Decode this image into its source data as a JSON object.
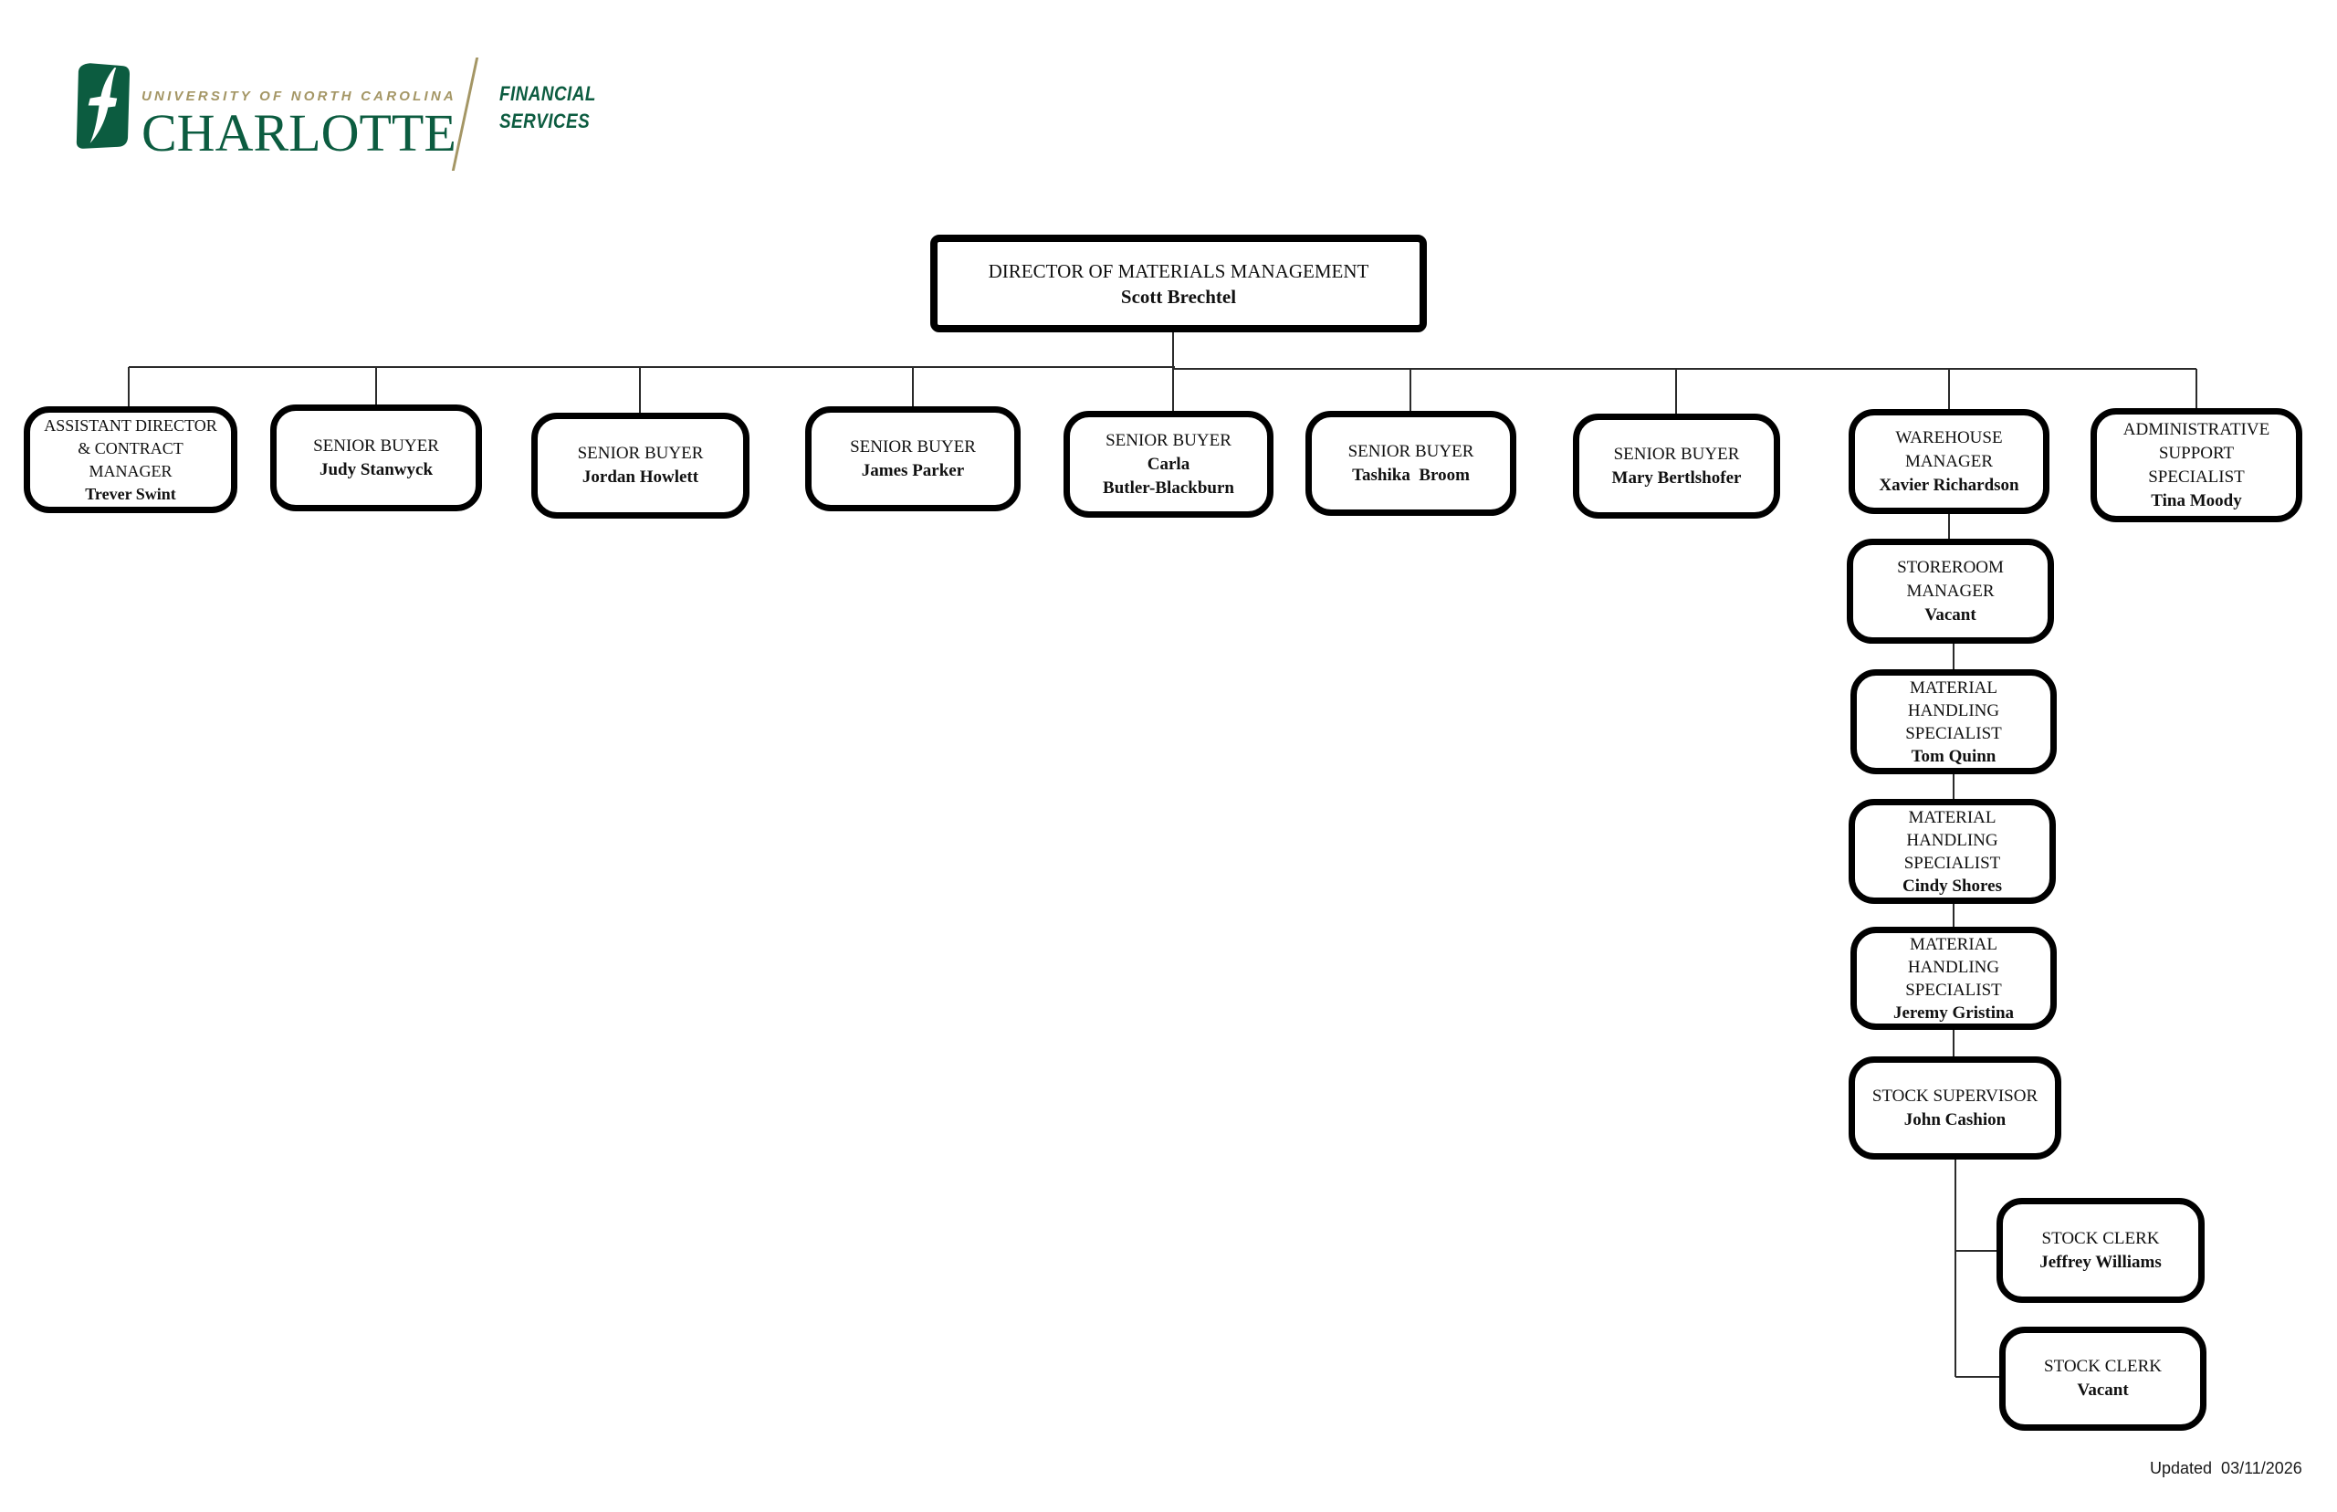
{
  "logo": {
    "university_line": "UNIVERSITY OF NORTH CAROLINA",
    "wordmark": "CHARLOTTE",
    "division_line1": "FINANCIAL",
    "division_line2": "SERVICES",
    "green": "#0C5C40",
    "gold": "#A49665"
  },
  "org": {
    "director": {
      "title": "DIRECTOR OF MATERIALS MANAGEMENT",
      "name": "Scott Brechtel"
    },
    "row": [
      {
        "title": "ASSISTANT DIRECTOR\n& CONTRACT\nMANAGER",
        "name": "Trever Swint"
      },
      {
        "title": "SENIOR BUYER",
        "name": "Judy Stanwyck"
      },
      {
        "title": "SENIOR BUYER",
        "name": "Jordan Howlett"
      },
      {
        "title": "SENIOR BUYER",
        "name": "James Parker"
      },
      {
        "title": "SENIOR BUYER",
        "name": "Carla\nButler-Blackburn"
      },
      {
        "title": "SENIOR BUYER",
        "name": "Tashika  Broom"
      },
      {
        "title": "SENIOR BUYER",
        "name": "Mary Bertlshofer"
      },
      {
        "title": "WAREHOUSE\nMANAGER",
        "name": "Xavier Richardson"
      },
      {
        "title": "ADMINISTRATIVE\nSUPPORT\nSPECIALIST",
        "name": "Tina Moody"
      }
    ],
    "warehouse_chain": [
      {
        "title": "STOREROOM\nMANAGER",
        "name": "Vacant"
      },
      {
        "title": "MATERIAL\nHANDLING\nSPECIALIST",
        "name": "Tom Quinn"
      },
      {
        "title": "MATERIAL\nHANDLING\nSPECIALIST",
        "name": "Cindy Shores"
      },
      {
        "title": "MATERIAL\nHANDLING\nSPECIALIST",
        "name": "Jeremy Gristina"
      },
      {
        "title": "STOCK SUPERVISOR",
        "name": "John Cashion"
      }
    ],
    "stock_clerks": [
      {
        "title": "STOCK CLERK",
        "name": "Jeffrey Williams"
      },
      {
        "title": "STOCK CLERK",
        "name": "Vacant"
      }
    ]
  },
  "footer": {
    "updated": "Updated  03/11/2026"
  }
}
